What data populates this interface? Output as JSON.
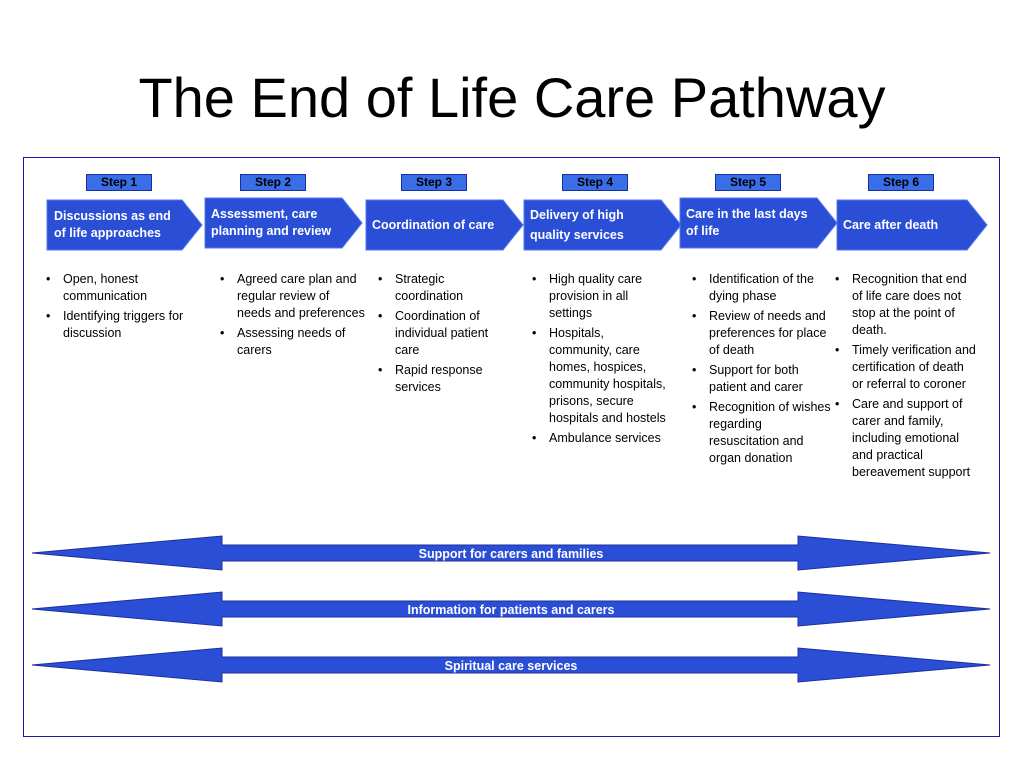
{
  "title": "The End of Life Care Pathway",
  "steps": [
    {
      "label": "Step 1",
      "heading": "Discussions as end of life approaches",
      "bullets": [
        "Open, honest communication",
        "Identifying  triggers for discussion"
      ]
    },
    {
      "label": "Step 2",
      "heading": "Assessment, care planning and review",
      "bullets": [
        "Agreed care plan and regular review of needs and preferences",
        "Assessing needs of carers"
      ]
    },
    {
      "label": "Step 3",
      "heading": "Coordination of care",
      "bullets": [
        "Strategic coordination",
        "Coordination of individual patient care",
        "Rapid response services"
      ]
    },
    {
      "label": "Step 4",
      "heading": "Delivery of  high quality services",
      "bullets": [
        "High quality care provision in all settings",
        "Hospitals, community, care homes, hospices, community hospitals, prisons, secure hospitals and hostels",
        "Ambulance services"
      ]
    },
    {
      "label": "Step 5",
      "heading": "Care in the last days of life",
      "bullets": [
        "Identification of the dying phase",
        "Review of needs and preferences for place of death",
        "Support for both patient and carer",
        "Recognition of wishes regarding resuscitation and organ donation"
      ]
    },
    {
      "label": "Step 6",
      "heading": "Care after death",
      "bullets": [
        "Recognition that end of life care does not stop at the point of death.",
        "Timely verification and certification of death or referral to coroner",
        "Care and support of carer and family, including emotional and practical bereavement support"
      ]
    }
  ],
  "support_arrows": [
    "Support for carers and families",
    "Information for patients and carers",
    "Spiritual care services"
  ],
  "colors": {
    "chevron_fill": "#2a4fd6",
    "chevron_stroke": "#3a5fe0",
    "step_label_fill": "#3a6ee8",
    "arrow_fill": "#2a4fd6",
    "frame": "#1a1aa8"
  },
  "bullet_glyph": "•"
}
